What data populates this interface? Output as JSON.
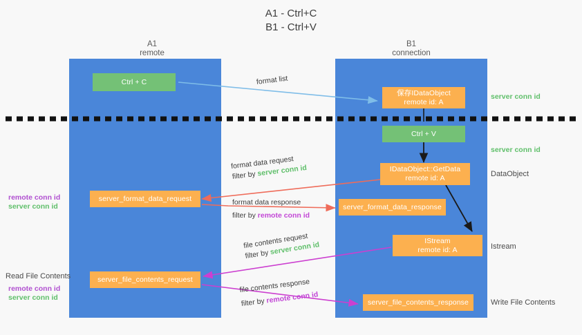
{
  "title": {
    "line1": "A1 - Ctrl+C",
    "line2": "B1 - Ctrl+V"
  },
  "columns": {
    "left": {
      "name": "A1",
      "role": "remote"
    },
    "right": {
      "name": "B1",
      "role": "connection"
    }
  },
  "colors": {
    "lane": "#4a86d9",
    "green_box": "#74c176",
    "orange_box": "#fcb04f",
    "server_conn_id": "#5fbf6a",
    "remote_conn_id": "#b050d0",
    "arrow_format_list": "#7fbde8",
    "arrow_format_data": "#ef6c5a",
    "arrow_file_contents": "#cc3fd0",
    "arrow_flow": "#1a1a1a",
    "divider": "#111111",
    "background": "#f8f8f8"
  },
  "boxes": {
    "ctrl_c": {
      "label": "Ctrl + C"
    },
    "ctrl_v": {
      "label": "Ctrl + V"
    },
    "save_dataobject": {
      "line1": "保存IDataObject",
      "line2": "remote id: A"
    },
    "getdata": {
      "line1": "IDataObject::GetData",
      "line2": "remote id: A"
    },
    "istream": {
      "line1": "IStream",
      "line2": "remote id: A"
    },
    "server_format_data_request": {
      "label": "server_format_data_request"
    },
    "server_format_data_response": {
      "label": "server_format_data_response"
    },
    "server_file_contents_request": {
      "label": "server_file_contents_request"
    },
    "server_file_contents_response": {
      "label": "server_file_contents_response"
    }
  },
  "annotations": {
    "format_list": "format list",
    "format_data_request": {
      "line1": "format data request",
      "filter_prefix": "filter by ",
      "filter_value": "server conn id"
    },
    "format_data_response": {
      "line1": "format data response",
      "filter_prefix": "filter by ",
      "filter_value": "remote conn id"
    },
    "file_contents_request": {
      "line1": "file contents request",
      "filter_prefix": "filter by ",
      "filter_value": "server conn id"
    },
    "file_contents_response": {
      "line1": "file contents response",
      "filter_prefix": "filter by ",
      "filter_value": "remote conn id"
    }
  },
  "side_labels": {
    "right_top_server_conn_id": "server conn id",
    "right_second_server_conn_id": "server conn id",
    "right_dataobject": "DataObject",
    "right_istream": "Istream",
    "right_write_file_contents": "Write File Contents",
    "left_remote_conn_id_1": "remote conn id",
    "left_server_conn_id_1": "server conn id",
    "left_read_file_contents": "Read File Contents",
    "left_remote_conn_id_2": "remote conn id",
    "left_server_conn_id_2": "server conn id"
  }
}
